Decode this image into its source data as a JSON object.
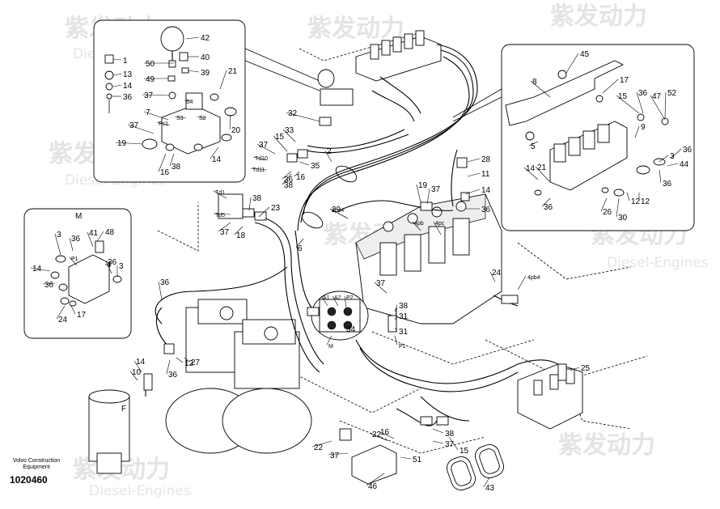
{
  "watermark": {
    "line1": "紫发动力",
    "line2": "Diesel-Engines"
  },
  "footer": {
    "brand_line1": "Volvo Construction",
    "brand_line2": "Equipment",
    "drawing_number": "1020460"
  },
  "insets": {
    "detail_m_title": "M"
  },
  "callouts": [
    "42",
    "40",
    "1",
    "50",
    "39",
    "13",
    "49",
    "14",
    "37",
    "36",
    "21",
    "7",
    "S4",
    "S3",
    "S2",
    "Ps1",
    "37",
    "19",
    "16",
    "38",
    "20",
    "14",
    "32",
    "33",
    "15",
    "37",
    "Td10",
    "Td11",
    "36",
    "38",
    "16",
    "35",
    "2",
    "28",
    "11",
    "14",
    "36",
    "Td1",
    "Td5",
    "38",
    "23",
    "37",
    "18",
    "4pc4",
    "29",
    "19",
    "37",
    "4pb",
    "4pc",
    "6",
    "M",
    "48",
    "41",
    "36",
    "3",
    "14",
    "P1",
    "36",
    "3",
    "36",
    "17",
    "24",
    "36",
    "4",
    "24",
    "4pb4",
    "37",
    "38",
    "31",
    "31",
    "P1",
    "A1",
    "A2",
    "P2",
    "34",
    "25",
    "14",
    "10",
    "36",
    "12",
    "27",
    "15",
    "16",
    "38",
    "37",
    "22",
    "22",
    "37",
    "51",
    "46",
    "43",
    "45",
    "8",
    "17",
    "36",
    "15",
    "47",
    "52",
    "9",
    "5",
    "3",
    "36",
    "44",
    "36",
    "14",
    "21",
    "36",
    "26",
    "30",
    "12",
    "12"
  ]
}
